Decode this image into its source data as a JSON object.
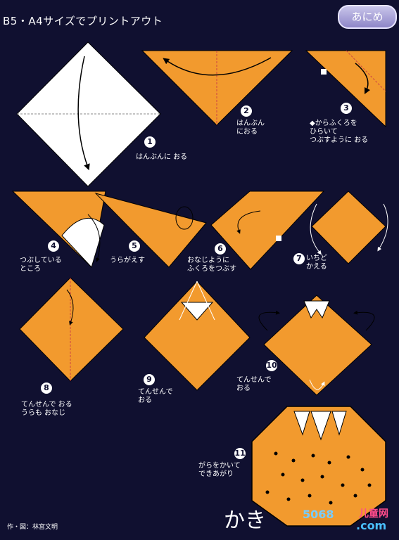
{
  "header": {
    "title": "B5・A4サイズでプリントアウト",
    "button_label": "あにめ"
  },
  "steps": [
    {
      "num": "1",
      "text": "はんぶんに おる"
    },
    {
      "num": "2",
      "text": "はんぶん\nにおる"
    },
    {
      "num": "3",
      "text": "◆からふくろを\nひらいて\nつぶすように おる"
    },
    {
      "num": "4",
      "text": "つぶしている\nところ"
    },
    {
      "num": "5",
      "text": "うらがえす"
    },
    {
      "num": "6",
      "text": "おなじように\nふくろをつぶす"
    },
    {
      "num": "7",
      "text": "いちど\nかえる"
    },
    {
      "num": "8",
      "text": "てんせんで おる\nうらも おなじ"
    },
    {
      "num": "9",
      "text": "てんせんで\nおる"
    },
    {
      "num": "10",
      "text": "てんせんで\nおる"
    },
    {
      "num": "11",
      "text": "がらをかいて\nできあがり"
    }
  ],
  "final_title": "かき",
  "credit": "作・図：林宮文明",
  "watermark": {
    "part1": "5068",
    "part2": "儿童网",
    "part3": ".com"
  },
  "colors": {
    "background": "#101030",
    "paper_orange": "#f29a2e",
    "paper_white": "#ffffff",
    "lines": "#000000"
  }
}
